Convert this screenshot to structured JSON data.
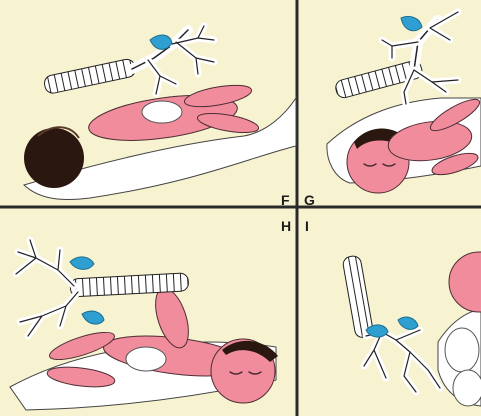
{
  "figure": {
    "panel_letters": [
      "F",
      "G",
      "H",
      "I"
    ],
    "colors": {
      "background": "#f7f2cf",
      "rule": "#2a2a2a",
      "skin": "#f08c9c",
      "skin_shadow": "#d96d80",
      "hair": "#2a1710",
      "blanket": "#ffffff",
      "airway": "#ffffff",
      "highlight": "#2e9fd0"
    },
    "icons": {
      "baby": "infant-figure",
      "pillow": "pillow-shape",
      "airway": "bronchial-tree-diagram"
    }
  }
}
